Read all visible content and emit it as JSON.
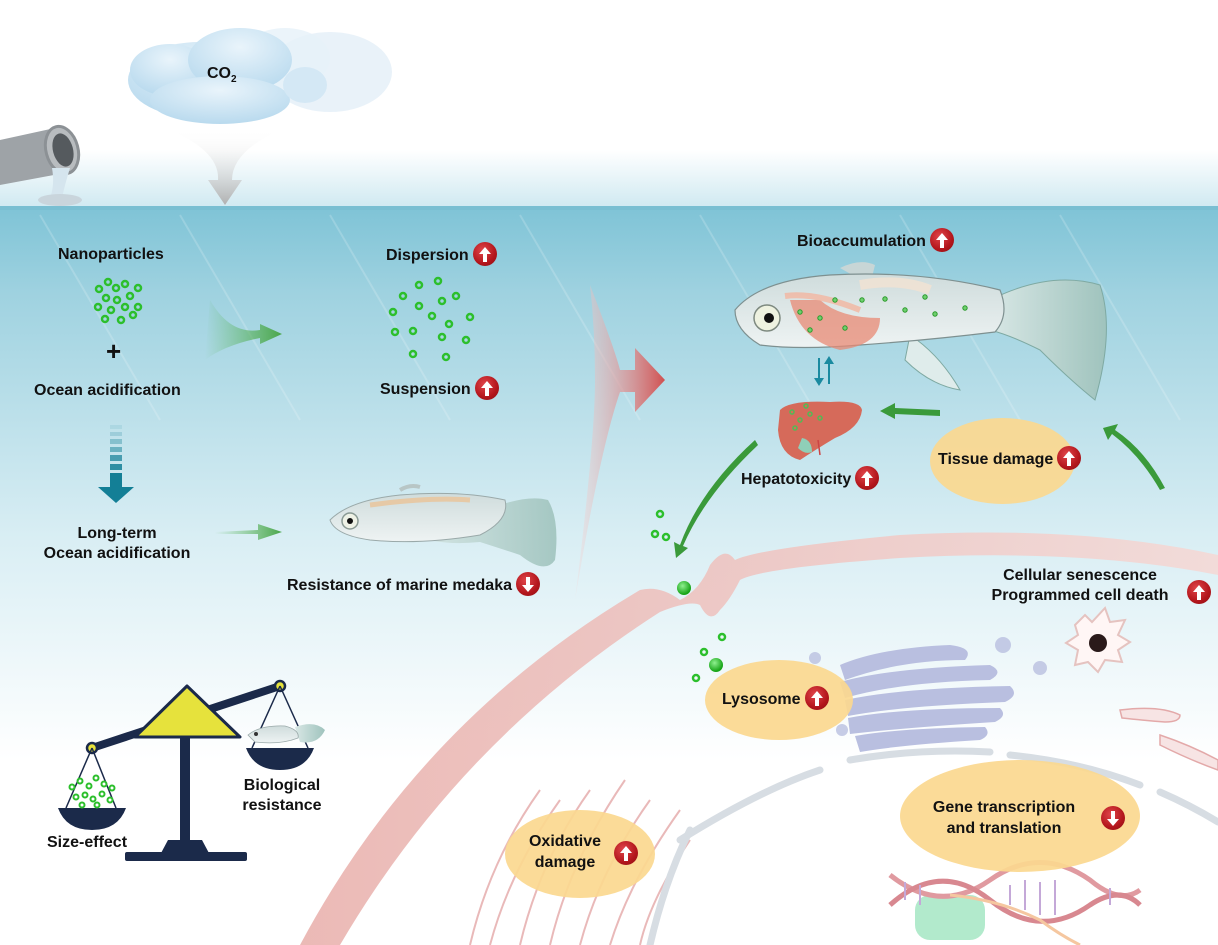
{
  "title": "Nanoparticles and ocean acidification effects on marine medaka",
  "sky": {
    "cloud_label": "CO",
    "cloud_label_subscript": "2",
    "pipe": "discharge-pipe",
    "arrow": "down-arrow"
  },
  "left_panel": {
    "nanoparticles": "Nanoparticles",
    "plus": "+",
    "ocean_acidification": "Ocean acidification",
    "long_term_line1": "Long-term",
    "long_term_line2": "Ocean acidification"
  },
  "middle_panel": {
    "dispersion": "Dispersion",
    "dispersion_trend": "up",
    "suspension": "Suspension",
    "suspension_trend": "up",
    "resistance": "Resistance of marine medaka",
    "resistance_trend": "down"
  },
  "organism": {
    "bioaccumulation": "Bioaccumulation",
    "bioaccumulation_trend": "up",
    "hepatotoxicity": "Hepatotoxicity",
    "hepatotoxicity_trend": "up",
    "tissue_damage": "Tissue damage",
    "tissue_damage_trend": "up"
  },
  "cell": {
    "senescence_line1": "Cellular senescence",
    "senescence_line2": "Programmed cell death",
    "senescence_trend": "up",
    "lysosome": "Lysosome",
    "lysosome_trend": "up",
    "oxidative_line1": "Oxidative",
    "oxidative_line2": "damage",
    "oxidative_trend": "up",
    "gene_line1": "Gene transcription",
    "gene_line2": "and translation",
    "gene_trend": "down"
  },
  "balance": {
    "left_pan": "Size-effect",
    "right_pan_line1": "Biological",
    "right_pan_line2": "resistance"
  },
  "colors": {
    "water_top": "#8fcbdc",
    "badge_red": "#b3161c",
    "nanoparticle_green": "#2fbf2f",
    "ellipse_fill": "#fbd88f",
    "membrane_pink": "#e8b4b0",
    "balance_navy": "#1b2a4a",
    "balance_yellow": "#e6e23c"
  }
}
